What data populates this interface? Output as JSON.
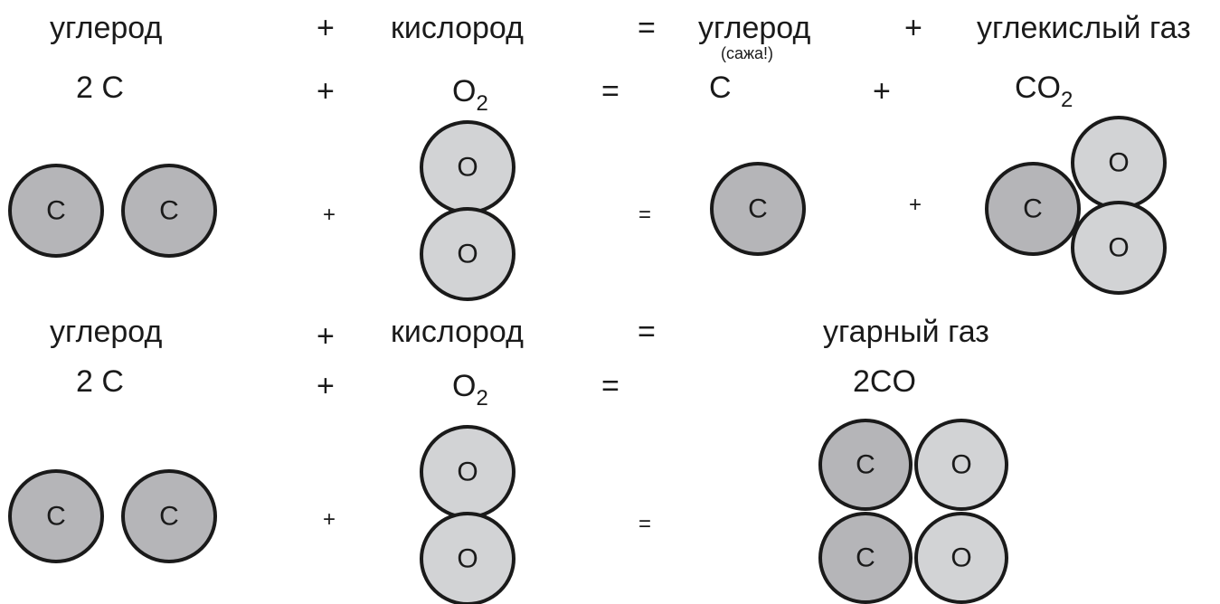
{
  "reaction1": {
    "words": {
      "carbon": "углерод",
      "plus1": "+",
      "oxygen": "кислород",
      "equals": "=",
      "carbon_product": "углерод",
      "soot_note": "(сажа!)",
      "plus2": "+",
      "co2_name": "углекислый газ"
    },
    "formulas": {
      "carbon": "2 C",
      "plus1": "+",
      "oxygen_base": "O",
      "oxygen_sub": "2",
      "equals": "=",
      "carbon_product": "C",
      "plus2": "+",
      "co2_base": "CO",
      "co2_sub": "2"
    },
    "models": {
      "plus1": "+",
      "equals": "=",
      "plus2": "+"
    }
  },
  "reaction2": {
    "words": {
      "carbon": "углерод",
      "plus": "+",
      "oxygen": "кислород",
      "equals": "=",
      "co_name": "угарный газ"
    },
    "formulas": {
      "carbon": "2 C",
      "plus": "+",
      "oxygen_base": "O",
      "oxygen_sub": "2",
      "equals": "=",
      "co": "2CO"
    },
    "models": {
      "plus": "+",
      "equals": "="
    }
  },
  "atoms": {
    "carbon_symbol": "C",
    "oxygen_symbol": "O",
    "carbon_color": "#b5b5b8",
    "oxygen_color": "#d2d3d5",
    "outline_color": "#1a1a1a"
  }
}
